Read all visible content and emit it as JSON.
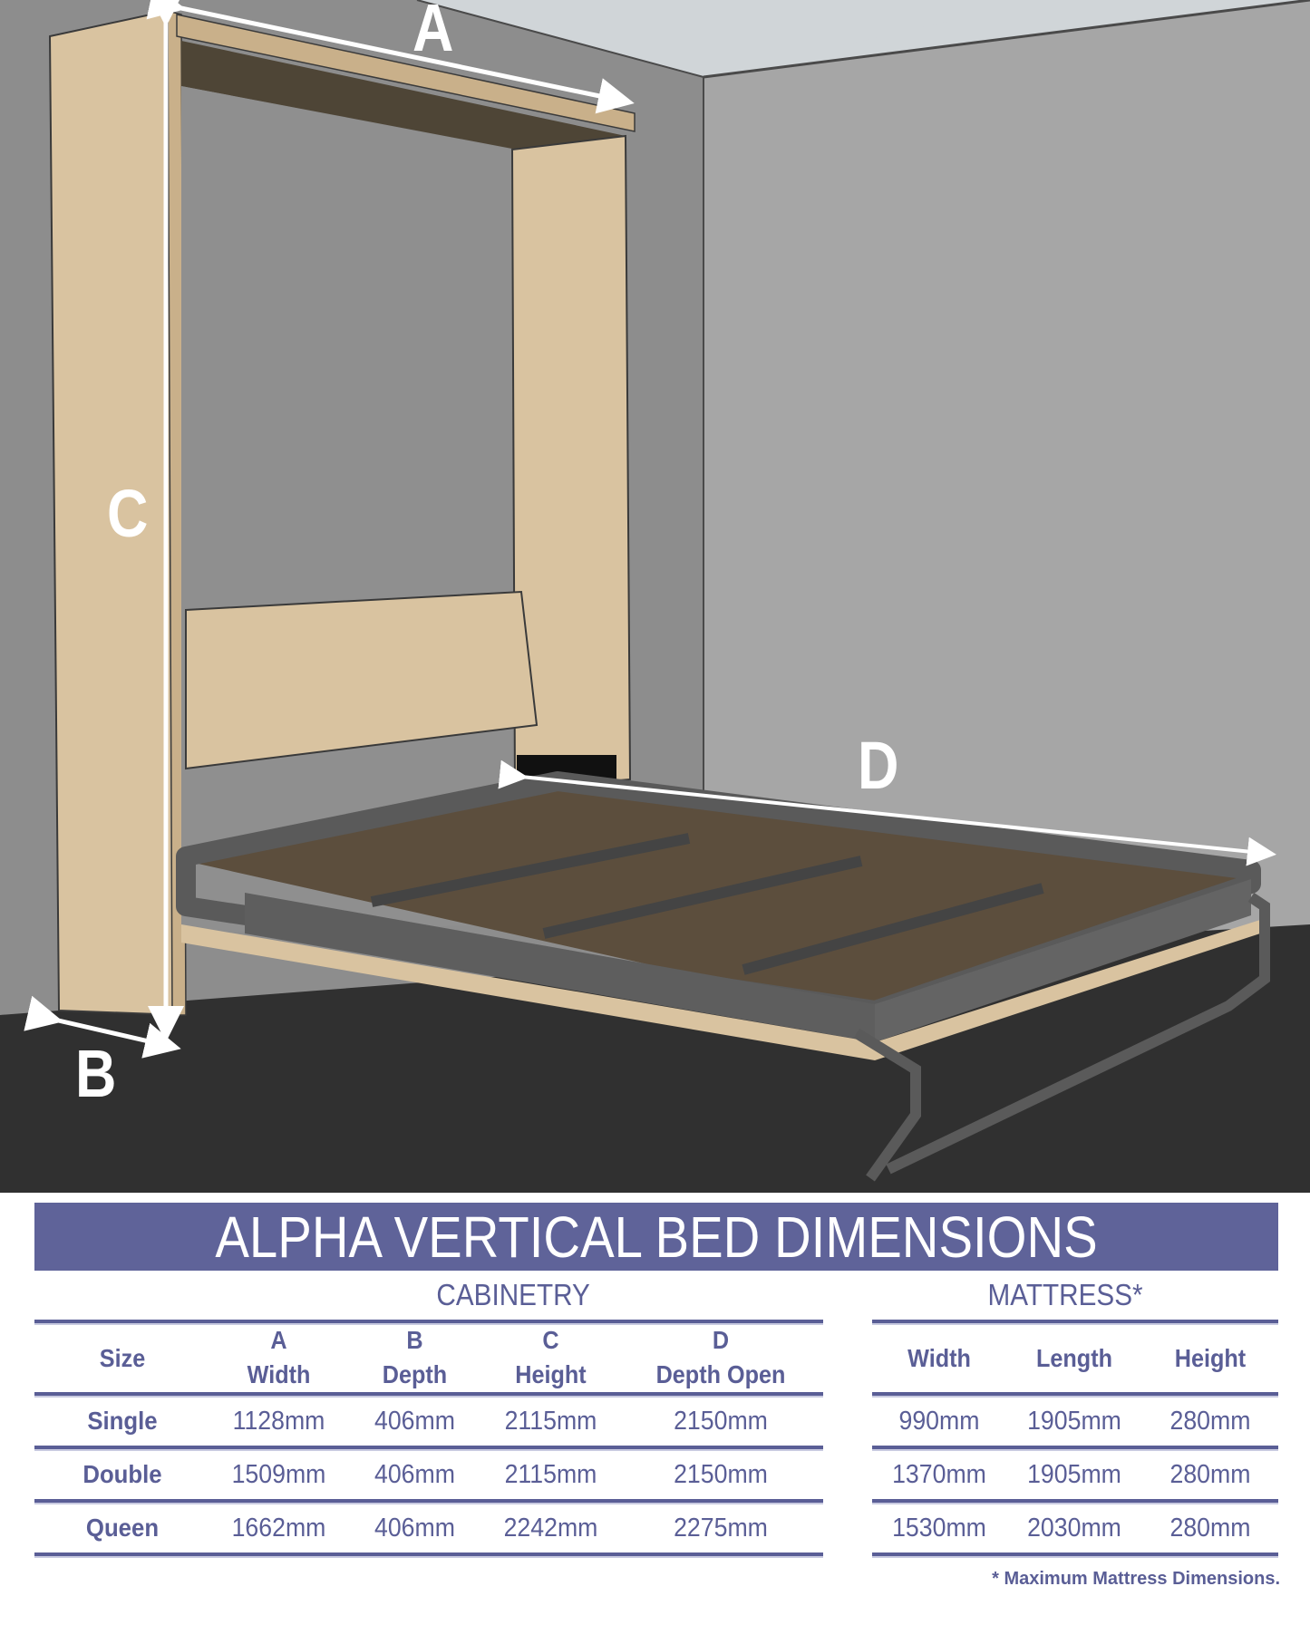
{
  "illustration": {
    "description": "Alpha vertical wall bed cabinet with bed frame folded open, dimension arrows labelled",
    "labels": {
      "a": "A",
      "b": "B",
      "c": "C",
      "d": "D"
    },
    "colors": {
      "wall_left": "#8d8d8d",
      "wall_right": "#a6a6a6",
      "ceiling": "#d0d5d8",
      "floor": "#2f2f2f",
      "wood": "#d9c3a0",
      "frame": "#5a5a5a",
      "slats": "#5c4e3d",
      "arrow": "#ffffff"
    }
  },
  "banner": {
    "title": "ALPHA VERTICAL BED DIMENSIONS",
    "color": "#5f6399"
  },
  "cabinetry": {
    "title": "CABINETRY",
    "columns": [
      {
        "letter": "",
        "label": "Size"
      },
      {
        "letter": "A",
        "label": "Width"
      },
      {
        "letter": "B",
        "label": "Depth"
      },
      {
        "letter": "C",
        "label": "Height"
      },
      {
        "letter": "D",
        "label": "Depth Open"
      }
    ],
    "rows": [
      {
        "size": "Single",
        "a": "1128mm",
        "b": "406mm",
        "c": "2115mm",
        "d": "2150mm"
      },
      {
        "size": "Double",
        "a": "1509mm",
        "b": "406mm",
        "c": "2115mm",
        "d": "2150mm"
      },
      {
        "size": "Queen",
        "a": "1662mm",
        "b": "406mm",
        "c": "2242mm",
        "d": "2275mm"
      }
    ]
  },
  "mattress": {
    "title": "MATTRESS*",
    "columns": [
      "Width",
      "Length",
      "Height"
    ],
    "rows": [
      {
        "width": "990mm",
        "length": "1905mm",
        "height": "280mm"
      },
      {
        "width": "1370mm",
        "length": "1905mm",
        "height": "280mm"
      },
      {
        "width": "1530mm",
        "length": "2030mm",
        "height": "280mm"
      }
    ]
  },
  "footnote": "* Maximum Mattress Dimensions.",
  "text_color": "#5a5e96"
}
